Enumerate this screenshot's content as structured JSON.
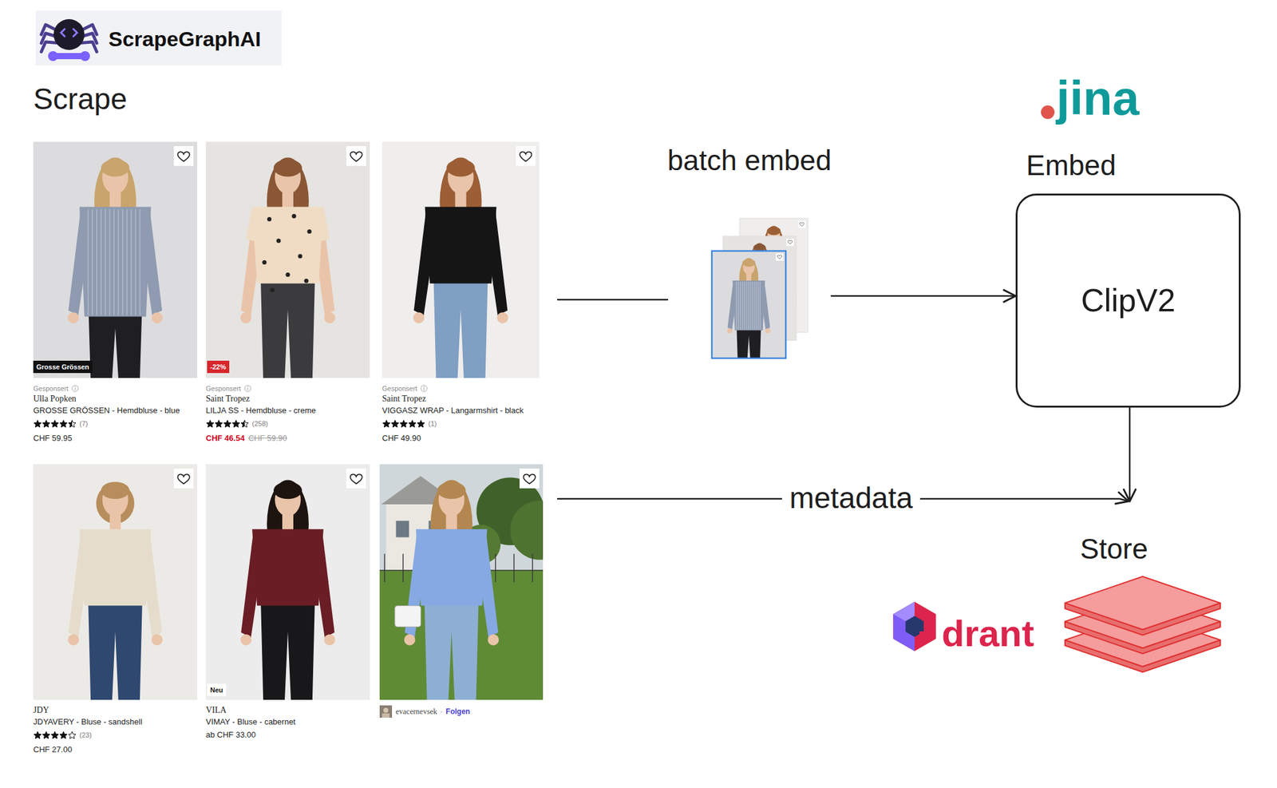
{
  "diagram": {
    "nodes": [
      {
        "text": [
          "Scrape"
        ]
      },
      {
        "text": [
          "Grosse Grössen",
          "Gesponsert",
          "Ulla Popken",
          "GROSSE GRÖSSEN - Hemdbluse - blue",
          "(7)",
          "CHF 59.95"
        ],
        "in": 0
      },
      {
        "text": [
          "-22%",
          "Gesponsert",
          "Saint Tropez",
          "LILJA SS - Hemdbluse - creme",
          "(258)",
          "CHF 46.54",
          "CHF 59.90"
        ],
        "in": 0
      },
      {
        "text": [
          "Gesponsert",
          "Saint Tropez",
          "VIGGASZ WRAP - Langarmshirt - black",
          "(1)",
          "CHF 49.90"
        ],
        "in": 0
      },
      {
        "text": [
          "JDY",
          "JDYAVERY - Bluse - sandshell",
          "(23)",
          "CHF 27.00"
        ],
        "in": 0
      },
      {
        "text": [
          "Neu",
          "VILA",
          "VIMAY - Bluse - cabernet",
          "ab CHF 33.00"
        ],
        "in": 0
      },
      {
        "text": [
          "evacernevsek",
          "·",
          "Folgen"
        ],
        "in": 0
      },
      {
        "text": [
          "batch embed"
        ]
      },
      {
        "text": [
          "Embed",
          "ClipV2"
        ]
      },
      {
        "text": [
          "Store"
        ]
      }
    ],
    "edges": [
      {
        "from": 0,
        "to": 7,
        "arrow": "none"
      },
      {
        "from": 7,
        "to": 8,
        "arrow": "to"
      },
      {
        "from": 8,
        "to": 9,
        "arrow": "to"
      },
      {
        "from": 0,
        "to": 9,
        "arrow": "to",
        "label": "metadata"
      }
    ],
    "labels": [
      "ScrapeGraphAI",
      "jina",
      "drant"
    ]
  }
}
